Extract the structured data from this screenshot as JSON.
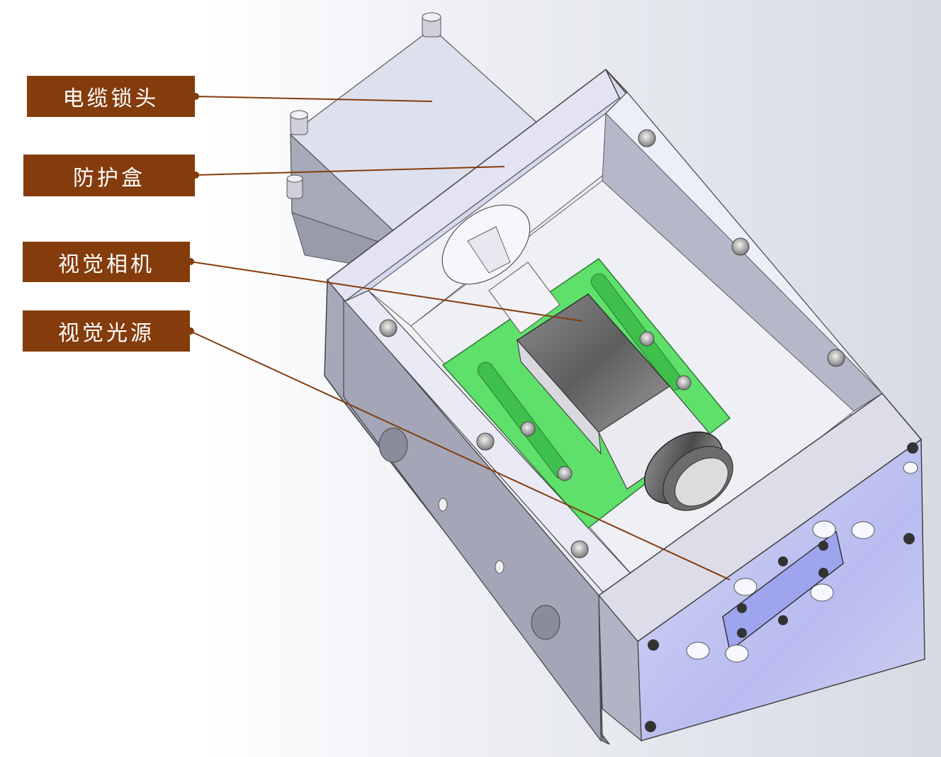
{
  "callouts": [
    {
      "id": "cable-lock",
      "text": "电缆锁头"
    },
    {
      "id": "protective-box",
      "text": "防护盒"
    },
    {
      "id": "vision-camera",
      "text": "视觉相机"
    },
    {
      "id": "vision-light",
      "text": "视觉光源"
    }
  ],
  "colors": {
    "label_bg": "#843c0c",
    "label_text": "#ffffff",
    "leader_line": "#843c0c",
    "body_metal": "#c8cbe0",
    "mount_plate": "#5ee06a"
  }
}
